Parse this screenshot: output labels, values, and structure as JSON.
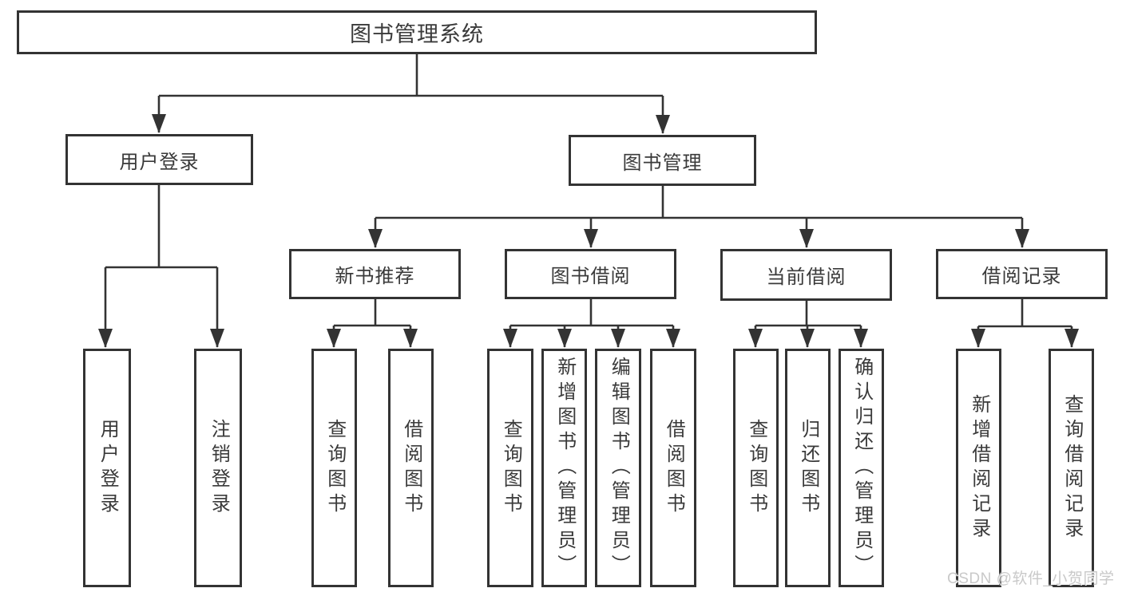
{
  "diagram_title": "图书管理系统",
  "colors": {
    "line": "#333333",
    "box_border": "#333333",
    "text": "#3a3a3a",
    "background": "#ffffff",
    "watermark": "#c9c9c9"
  },
  "nodes": {
    "root": "图书管理系统",
    "user_login": "用户登录",
    "book_management": "图书管理",
    "new_book_recommend": "新书推荐",
    "book_borrowing": "图书借阅",
    "current_borrowing": "当前借阅",
    "borrowing_records": "借阅记录"
  },
  "leaves": {
    "user_login": "用户登录",
    "logout": "注销登录",
    "recommend_query_books": "查询图书",
    "recommend_borrow_books": "借阅图书",
    "borrow_query_books": "查询图书",
    "borrow_add_books": "新增图书（管理员）",
    "borrow_edit_books": "编辑图书（管理员）",
    "borrow_borrow_books": "借阅图书",
    "current_query_books": "查询图书",
    "current_return_books": "归还图书",
    "current_confirm_return": "确认归还（管理员）",
    "records_add_record": "新增借阅记录",
    "records_query_record": "查询借阅记录"
  },
  "hierarchy": {
    "label": "图书管理系统",
    "children": [
      {
        "label": "用户登录",
        "children": [
          "用户登录",
          "注销登录"
        ]
      },
      {
        "label": "图书管理",
        "children": [
          {
            "label": "新书推荐",
            "children": [
              "查询图书",
              "借阅图书"
            ]
          },
          {
            "label": "图书借阅",
            "children": [
              "查询图书",
              "新增图书（管理员）",
              "编辑图书（管理员）",
              "借阅图书"
            ]
          },
          {
            "label": "当前借阅",
            "children": [
              "查询图书",
              "归还图书",
              "确认归还（管理员）"
            ]
          },
          {
            "label": "借阅记录",
            "children": [
              "新增借阅记录",
              "查询借阅记录"
            ]
          }
        ]
      }
    ]
  },
  "watermark": "CSDN @软件_小贺同学"
}
